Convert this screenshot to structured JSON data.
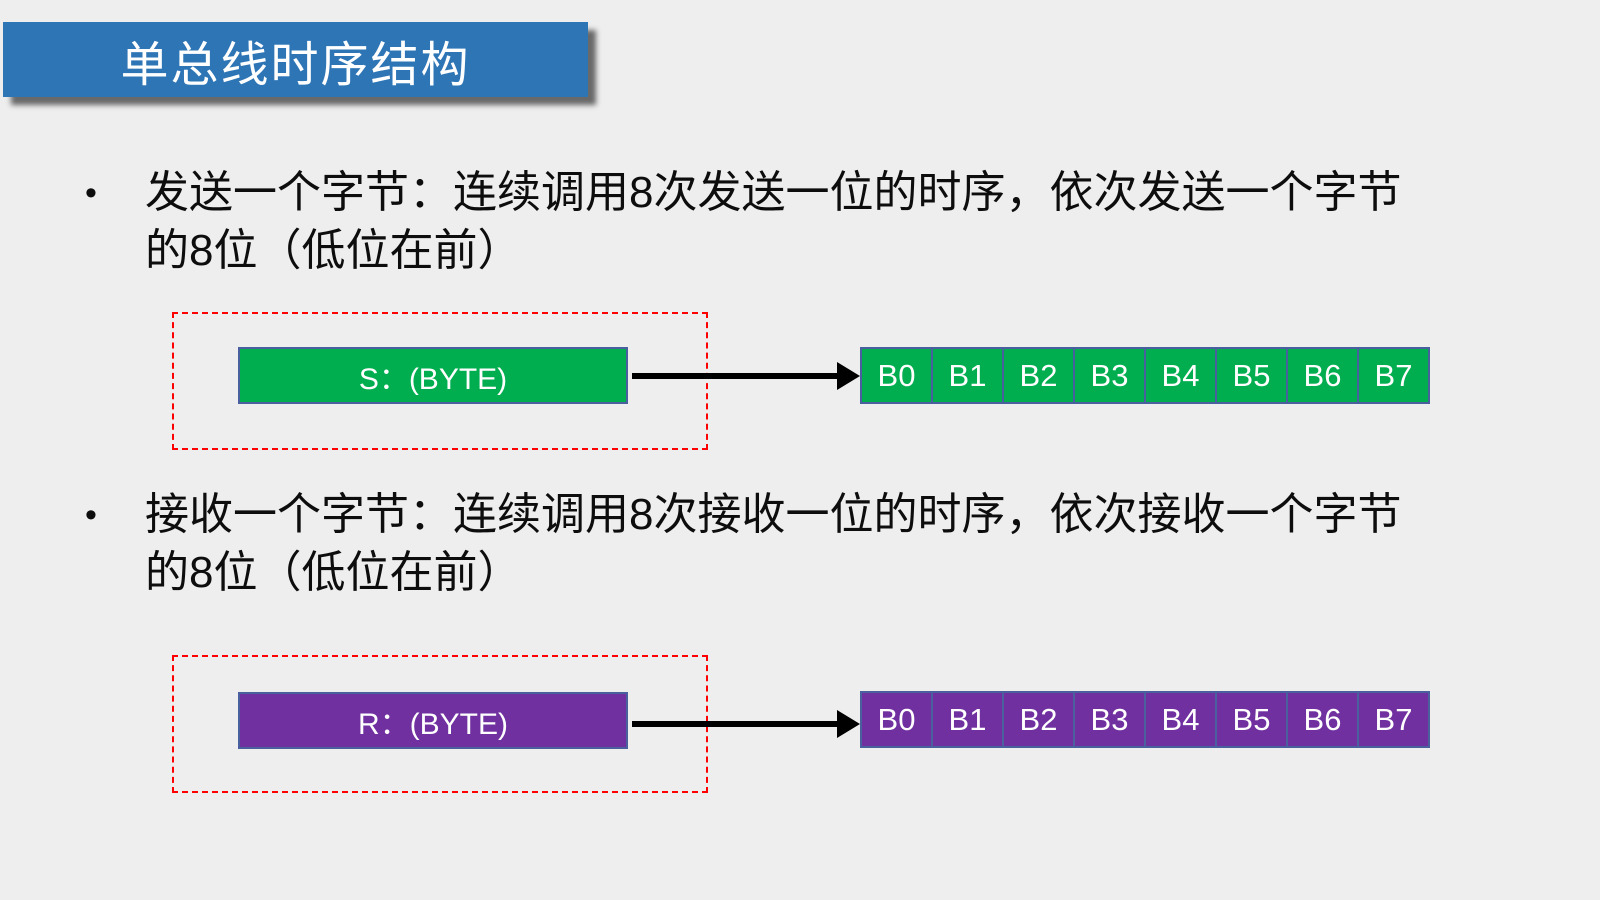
{
  "slide": {
    "background_color": "#EEEEEE",
    "text_color": "#0D0D0D",
    "title": {
      "text": "单总线时序结构",
      "bg_color": "#2E75B6",
      "text_color": "#FFFFFF"
    },
    "bullets": [
      {
        "marker": "•",
        "line1": "发送一个字节：连续调用8次发送一位的时序，依次发送一个字节",
        "line2": "的8位（低位在前）"
      },
      {
        "marker": "•",
        "line1": "接收一个字节：连续调用8次接收一位的时序，依次接收一个字节",
        "line2": "的8位（低位在前）"
      }
    ],
    "diagrams": [
      {
        "name": "send-byte",
        "box_label": "S：(BYTE)",
        "fill_color": "#00AE4F",
        "border_color": "#4A5F9E",
        "dashed_outline_color": "#FF0000",
        "arrow_color": "#000000",
        "cells": [
          "B0",
          "B1",
          "B2",
          "B3",
          "B4",
          "B5",
          "B6",
          "B7"
        ]
      },
      {
        "name": "receive-byte",
        "box_label": "R：(BYTE)",
        "fill_color": "#7030A0",
        "border_color": "#4A5F9E",
        "dashed_outline_color": "#FF0000",
        "arrow_color": "#000000",
        "cells": [
          "B0",
          "B1",
          "B2",
          "B3",
          "B4",
          "B5",
          "B6",
          "B7"
        ]
      }
    ]
  }
}
